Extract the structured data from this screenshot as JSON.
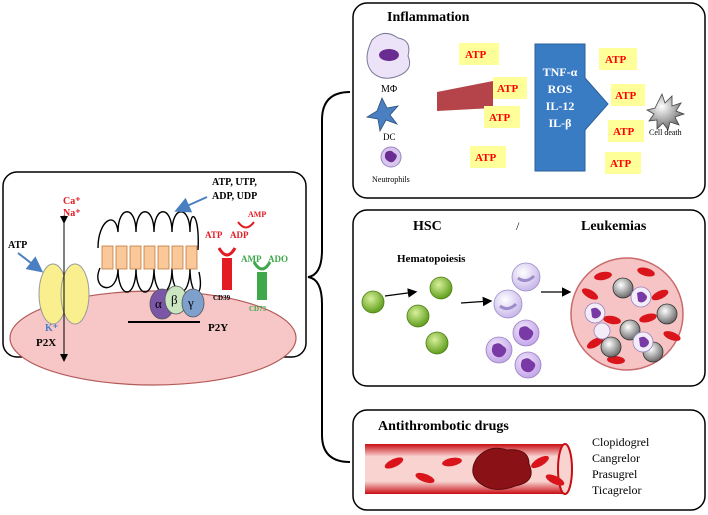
{
  "left_panel": {
    "ions_top": [
      "Ca⁺",
      "Na⁺"
    ],
    "atp_label": "ATP",
    "k_label": "K⁺",
    "p2x_label": "P2X",
    "p2y_label": "P2Y",
    "ligands": [
      "ATP, UTP,",
      "ADP, UDP"
    ],
    "greek": [
      "α",
      "β",
      "γ"
    ],
    "cd39": {
      "atp": "ATP",
      "adp": "ADP",
      "amp": "AMP",
      "label": "CD39"
    },
    "cd73": {
      "amp": "AMP",
      "ado": "ADO",
      "label": "CD73"
    }
  },
  "inflammation": {
    "title": "Inflammation",
    "cells": [
      "MΦ",
      "DC",
      "Neutrophils"
    ],
    "atp_tags": [
      "ATP",
      "ATP",
      "ATP",
      "ATP",
      "ATP",
      "ATP",
      "ATP",
      "ATP"
    ],
    "mediators": [
      "TNF-α",
      "ROS",
      "IL-12",
      "IL-β"
    ],
    "cell_death": "Cell death"
  },
  "hsc": {
    "title_left": "HSC",
    "slash": "/",
    "title_right": "Leukemias",
    "process": "Hematopoiesis"
  },
  "antithrombotic": {
    "title": "Antithrombotic drugs",
    "drugs": [
      "Clopidogrel",
      "Cangrelor",
      "Prasugrel",
      "Ticagrelor"
    ]
  },
  "colors": {
    "atp_bg": "#ffff99",
    "atp_text": "#ff0000",
    "mediator_box": "#3a7cc4",
    "membrane": "#f7c6c6",
    "channel": "#f9ef8f",
    "green_cell": "#8cc63f",
    "purple_cell": "#8a3fb0",
    "red_cell": "#d9141b"
  }
}
